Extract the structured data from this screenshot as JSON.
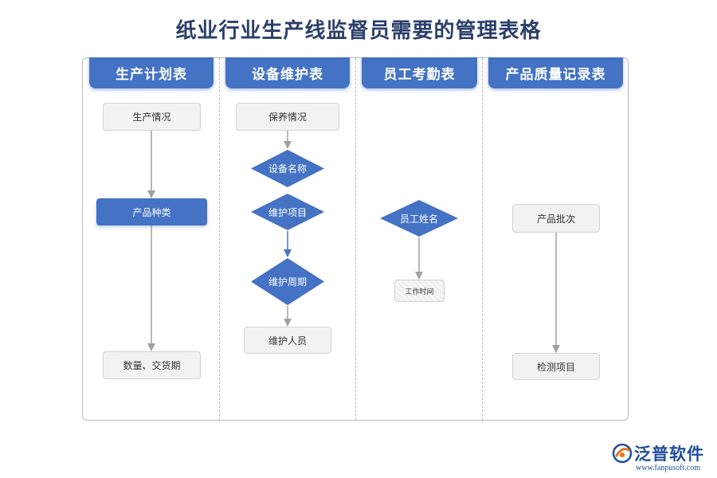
{
  "title": "纸业行业生产线监督员需要的管理表格",
  "lanes": [
    {
      "header": "生产计划表"
    },
    {
      "header": "设备维护表"
    },
    {
      "header": "员工考勤表"
    },
    {
      "header": "产品质量记录表"
    }
  ],
  "nodes": {
    "production_status": "生产情况",
    "product_type": "产品种类",
    "quantity_delivery": "数量、交货期",
    "maintenance_status": "保养情况",
    "equipment_name": "设备名称",
    "maintenance_item": "维护项目",
    "maintenance_cycle": "维护周期",
    "maintenance_staff": "维护人员",
    "employee_name": "员工姓名",
    "work_hours": "工作时间",
    "product_batch": "产品批次",
    "inspection_item": "检测项目"
  },
  "colors": {
    "accent": "#4472c4",
    "title": "#2b3f6b",
    "box_fill": "#f2f2f2",
    "arrow_gray": "#999999"
  },
  "logo": {
    "brand": "泛普软件",
    "url": "www.fanpusoft.com",
    "icon": "fanpu-logo-icon"
  }
}
